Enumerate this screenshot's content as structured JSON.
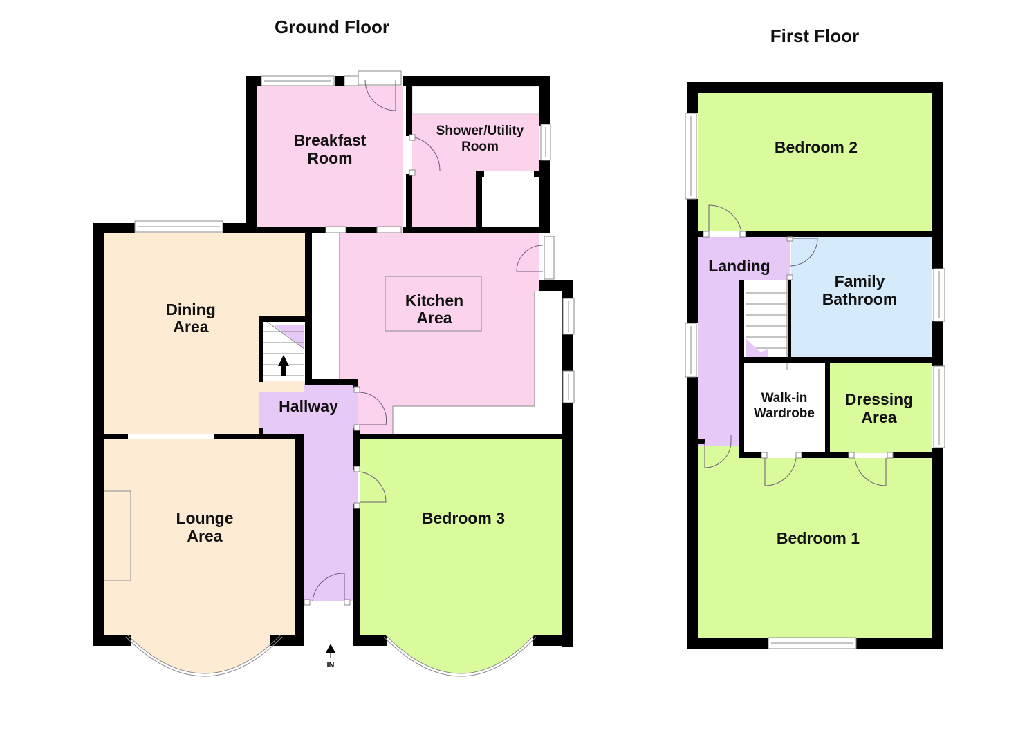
{
  "floors": {
    "ground": {
      "title": "Ground Floor",
      "rooms": {
        "breakfast": {
          "line1": "Breakfast",
          "line2": "Room"
        },
        "shower": {
          "line1": "Shower/Utility",
          "line2": "Room"
        },
        "dining": {
          "line1": "Dining",
          "line2": "Area"
        },
        "kitchen": {
          "line1": "Kitchen",
          "line2": "Area"
        },
        "hallway": {
          "line1": "Hallway"
        },
        "lounge": {
          "line1": "Lounge",
          "line2": "Area"
        },
        "bedroom3": {
          "line1": "Bedroom 3"
        }
      },
      "entrance_label": "IN"
    },
    "first": {
      "title": "First Floor",
      "rooms": {
        "bedroom2": {
          "line1": "Bedroom 2"
        },
        "landing": {
          "line1": "Landing"
        },
        "bathroom": {
          "line1": "Family",
          "line2": "Bathroom"
        },
        "wardrobe": {
          "line1": "Walk-in",
          "line2": "Wardrobe"
        },
        "dressing": {
          "line1": "Dressing",
          "line2": "Area"
        },
        "bedroom1": {
          "line1": "Bedroom 1"
        }
      }
    }
  },
  "colors": {
    "kitchen_pink": "#fbd3ec",
    "living_beige": "#fdebd3",
    "hall_lilac": "#e6c9f7",
    "bedroom_green": "#d9fb9b",
    "bath_blue": "#d5ebfb",
    "wall": "#000000"
  },
  "icons": {
    "stairs_up_arrow": "arrow-up-icon",
    "entrance_arrow": "entrance-arrow-icon"
  }
}
